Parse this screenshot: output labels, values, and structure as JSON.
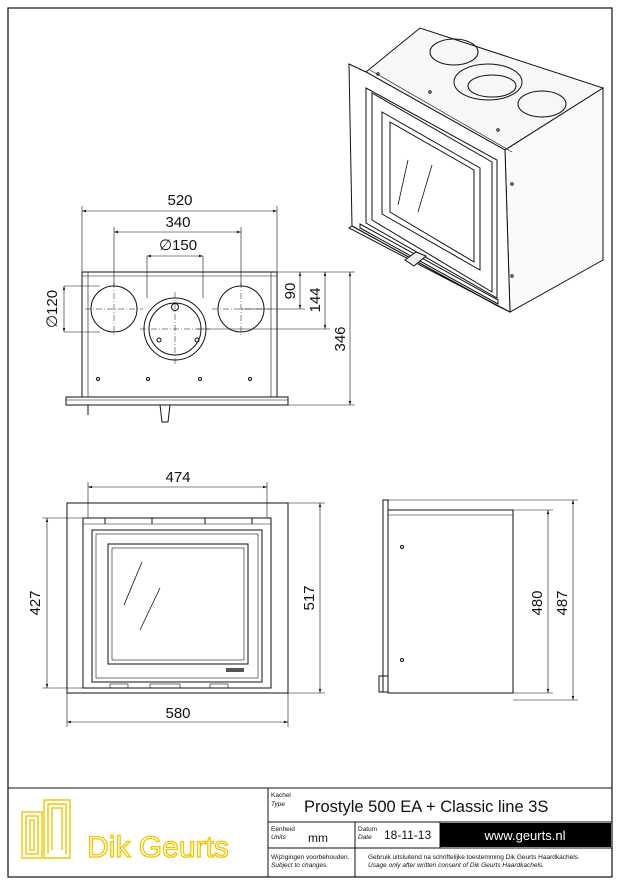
{
  "dimensions": {
    "top_width_outer": "520",
    "top_width_pipes": "340",
    "top_dia_center": "∅150",
    "top_dia_side": "∅120",
    "top_offset_90": "90",
    "top_offset_144": "144",
    "top_height": "346",
    "front_inner_width": "474",
    "front_inner_height": "427",
    "front_outer_height": "517",
    "front_outer_width": "580",
    "side_inner_height": "480",
    "side_outer_height": "487"
  },
  "title_block": {
    "logo_text": "Dik Geurts",
    "type_label_nl": "Kachel",
    "type_label_en": "Type",
    "type_value": "Prostyle 500 EA + Classic line 3S",
    "units_label_nl": "Eenheid",
    "units_label_en": "Units",
    "units_value": "mm",
    "date_label_nl": "Datum",
    "date_label_en": "Date",
    "date_value": "18-11-13",
    "website": "www.geurts.nl",
    "changes_nl": "Wijzigingen voorbehouden.",
    "changes_en": "Subject to changes.",
    "consent_nl": "Gebruik uitsluitend na schriftelijke toestemming Dik Geurts Haardkachels.",
    "consent_en": "Usage only after written consent of Dik Geurts Haardkachels."
  },
  "colors": {
    "line": "#111111",
    "logo_yellow": "#f2c500",
    "website_bar": "#000000",
    "website_text": "#ffffff"
  }
}
